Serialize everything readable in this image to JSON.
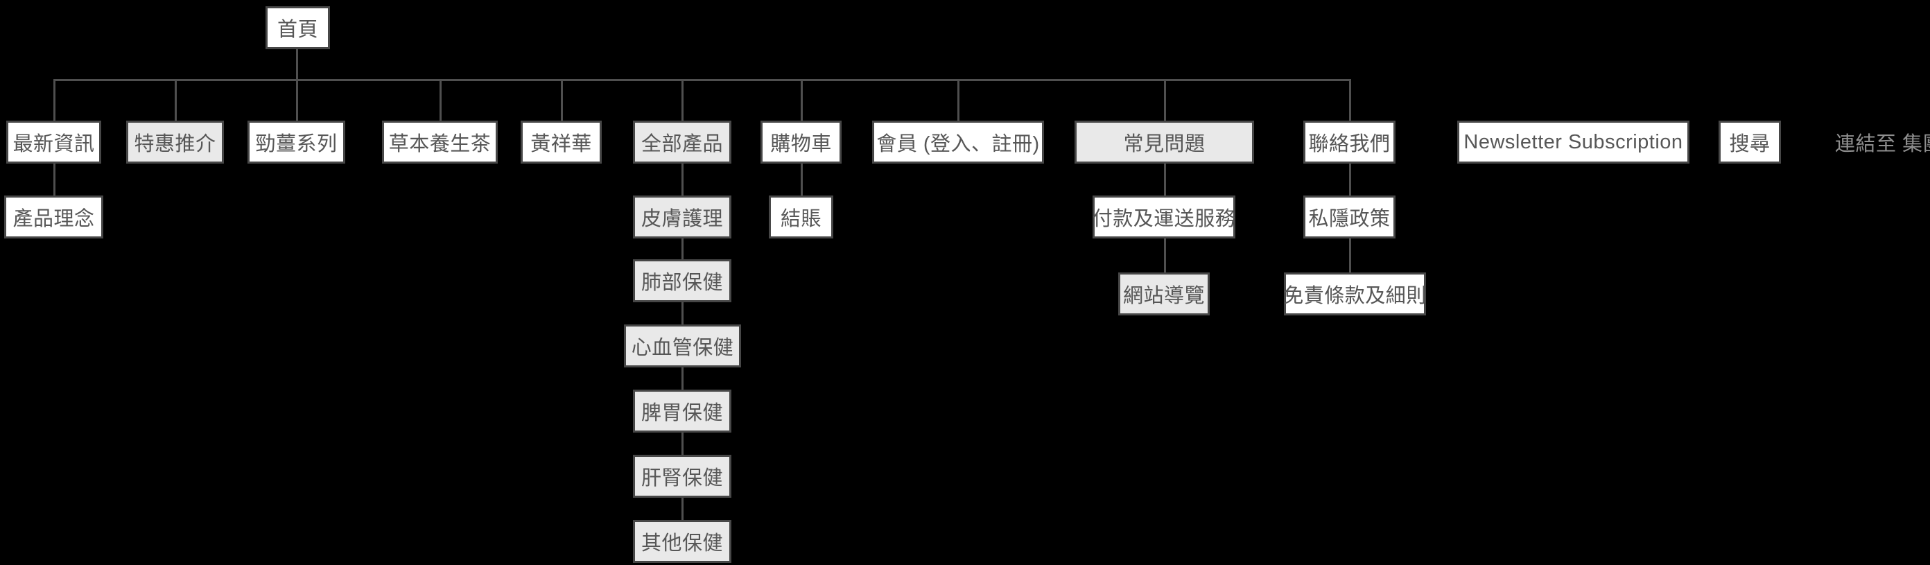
{
  "colors": {
    "background": "#000000",
    "node_fill": "#ffffff",
    "node_fill_highlight": "#e9e9e9",
    "node_border": "#474747",
    "connector": "#4f4f4f",
    "node_text": "#575757",
    "external_link_text": "#8f8f8f"
  },
  "nodes": {
    "home": {
      "label": "首頁",
      "variant": "white"
    },
    "latest_news": {
      "label": "最新資訊",
      "variant": "white"
    },
    "special_offers": {
      "label": "特惠推介",
      "variant": "gray"
    },
    "ginger_series": {
      "label": "勁薑系列",
      "variant": "white"
    },
    "herbal_tea": {
      "label": "草本養生茶",
      "variant": "white"
    },
    "wong_cheung_wah": {
      "label": "黃祥華",
      "variant": "white"
    },
    "all_products": {
      "label": "全部產品",
      "variant": "gray"
    },
    "shopping_cart": {
      "label": "購物車",
      "variant": "white"
    },
    "member": {
      "label": "會員 (登入、註冊)",
      "variant": "white"
    },
    "faq": {
      "label": "常見問題",
      "variant": "gray"
    },
    "contact_us": {
      "label": "聯絡我們",
      "variant": "white"
    },
    "newsletter": {
      "label": "Newsletter Subscription",
      "variant": "white"
    },
    "search": {
      "label": "搜尋",
      "variant": "white"
    },
    "link_to_group": {
      "label": "連結至 集團"
    },
    "product_philosophy": {
      "label": "產品理念",
      "variant": "white"
    },
    "skin_care": {
      "label": "皮膚護理",
      "variant": "gray"
    },
    "checkout": {
      "label": "結賬",
      "variant": "white"
    },
    "payment_delivery": {
      "label": "付款及運送服務",
      "variant": "white"
    },
    "privacy_policy": {
      "label": "私隱政策",
      "variant": "white"
    },
    "lung_care": {
      "label": "肺部保健",
      "variant": "gray"
    },
    "site_guide": {
      "label": "網站導覽",
      "variant": "gray"
    },
    "disclaimer": {
      "label": "免責條款及細則",
      "variant": "white"
    },
    "cardio_care": {
      "label": "心血管保健",
      "variant": "gray"
    },
    "stomach_care": {
      "label": "脾胃保健",
      "variant": "gray"
    },
    "liver_kidney_care": {
      "label": "肝腎保健",
      "variant": "gray"
    },
    "other_care": {
      "label": "其他保健",
      "variant": "gray"
    }
  }
}
